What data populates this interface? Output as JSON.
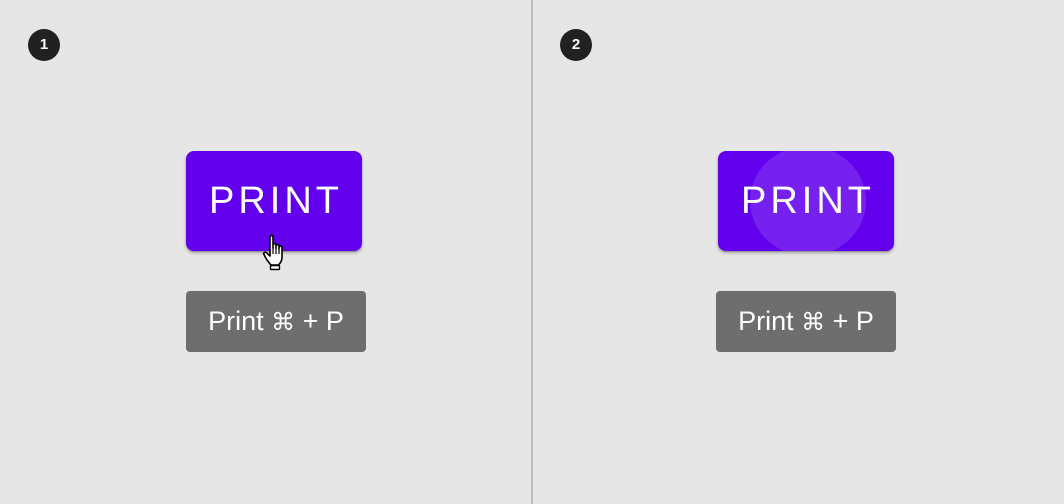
{
  "panels": [
    {
      "step": "1",
      "button_label": "PRINT",
      "tooltip": {
        "prefix": "Print ",
        "symbol": "⌘",
        "suffix": " + P"
      },
      "state": "hover",
      "cursor_icon": "hand-pointer-icon"
    },
    {
      "step": "2",
      "button_label": "PRINT",
      "tooltip": {
        "prefix": "Print ",
        "symbol": "⌘",
        "suffix": " + P"
      },
      "state": "pressed-ripple"
    }
  ],
  "colors": {
    "accent": "#6200ee",
    "tooltip_bg": "#6e6e6e",
    "background": "#e6e6e6",
    "badge": "#212121"
  }
}
